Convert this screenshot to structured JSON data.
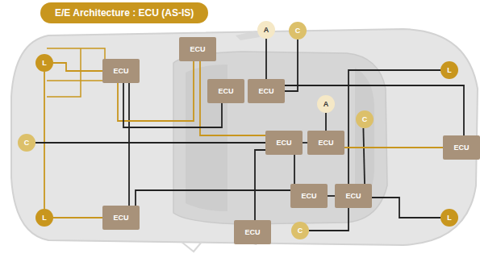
{
  "diagram": {
    "title": "E/E Architecture : ECU (AS-IS)",
    "nodes": [
      {
        "text": [
          "ECU"
        ]
      },
      {
        "text": [
          "A"
        ]
      },
      {
        "text": [
          "C"
        ]
      },
      {
        "text": [
          "L"
        ]
      },
      {
        "text": [
          "ECU"
        ]
      },
      {
        "text": [
          "L"
        ]
      },
      {
        "text": [
          "ECU"
        ]
      },
      {
        "text": [
          "ECU"
        ]
      },
      {
        "text": [
          "A"
        ]
      },
      {
        "text": [
          "C"
        ]
      },
      {
        "text": [
          "C"
        ]
      },
      {
        "text": [
          "ECU"
        ]
      },
      {
        "text": [
          "ECU"
        ]
      },
      {
        "text": [
          "ECU"
        ]
      },
      {
        "text": [
          "ECU"
        ]
      },
      {
        "text": [
          "ECU"
        ]
      },
      {
        "text": [
          "ECU"
        ]
      },
      {
        "text": [
          "L"
        ]
      },
      {
        "text": [
          "L"
        ]
      },
      {
        "text": [
          "C"
        ]
      },
      {
        "text": [
          "ECU"
        ]
      }
    ],
    "edges": [
      {
        "from": 1,
        "to": 7,
        "arrow": "none"
      },
      {
        "from": 2,
        "to": 7,
        "arrow": "none"
      },
      {
        "from": 3,
        "to": 4,
        "arrow": "none"
      },
      {
        "from": 3,
        "to": 18,
        "arrow": "none"
      },
      {
        "from": 10,
        "to": 11,
        "arrow": "none"
      },
      {
        "from": 18,
        "to": 16,
        "arrow": "none"
      },
      {
        "from": 4,
        "to": 16,
        "arrow": "none"
      },
      {
        "from": 0,
        "to": 4,
        "arrow": "none"
      },
      {
        "from": 0,
        "to": 11,
        "arrow": "none"
      },
      {
        "from": 6,
        "to": 4,
        "arrow": "none"
      },
      {
        "from": 7,
        "to": 13,
        "arrow": "none"
      },
      {
        "from": 5,
        "to": 14,
        "arrow": "none"
      },
      {
        "from": 8,
        "to": 12,
        "arrow": "none"
      },
      {
        "from": 9,
        "to": 14,
        "arrow": "none"
      },
      {
        "from": 11,
        "to": 12,
        "arrow": "none"
      },
      {
        "from": 12,
        "to": 13,
        "arrow": "none"
      },
      {
        "from": 11,
        "to": 15,
        "arrow": "none"
      },
      {
        "from": 15,
        "to": 14,
        "arrow": "none"
      },
      {
        "from": 14,
        "to": 17,
        "arrow": "none"
      },
      {
        "from": 14,
        "to": 19,
        "arrow": "none"
      },
      {
        "from": 20,
        "to": 11,
        "arrow": "none"
      },
      {
        "from": 16,
        "to": 15,
        "arrow": "none"
      }
    ]
  }
}
